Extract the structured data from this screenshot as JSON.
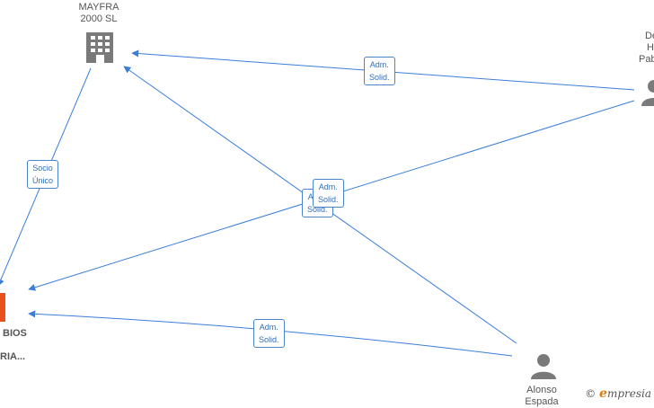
{
  "colors": {
    "edge": "#3b7dd8",
    "icon": "#7a7a7a",
    "highlight": "#e8501e"
  },
  "nodes": [
    {
      "id": "mayfra",
      "name_line1": "MAYFRA",
      "name_line2": "2000  SL",
      "icon": "building-icon"
    },
    {
      "id": "de-he-pabl",
      "name_line1": "De",
      "name_line2": "He",
      "name_line3": "Pabl",
      "icon": "person-icon"
    },
    {
      "id": "target",
      "name_line1": "BIOS",
      "name_line2": "RIA...",
      "icon": "building-icon"
    },
    {
      "id": "alonso",
      "name_line1": "Alonso",
      "name_line2": "Espada",
      "icon": "person-icon"
    }
  ],
  "edges": [
    {
      "from": "de-he-pabl",
      "to": "mayfra",
      "label_line1": "Adm.",
      "label_line2": "Solid."
    },
    {
      "from": "mayfra",
      "to": "target",
      "label_line1": "Socio",
      "label_line2": "Único"
    },
    {
      "from": "alonso",
      "to": "mayfra",
      "label_line1": "Adm.",
      "label_line2": "Solid."
    },
    {
      "from": "de-he-pabl",
      "to": "target",
      "label_line1": "Adm.",
      "label_line2": "Solid."
    },
    {
      "from": "alonso",
      "to": "target",
      "label_line1": "Adm.",
      "label_line2": "Solid."
    }
  ],
  "watermark": {
    "copyright": "©",
    "brand_initial": "e",
    "brand_rest": "mpresia"
  }
}
